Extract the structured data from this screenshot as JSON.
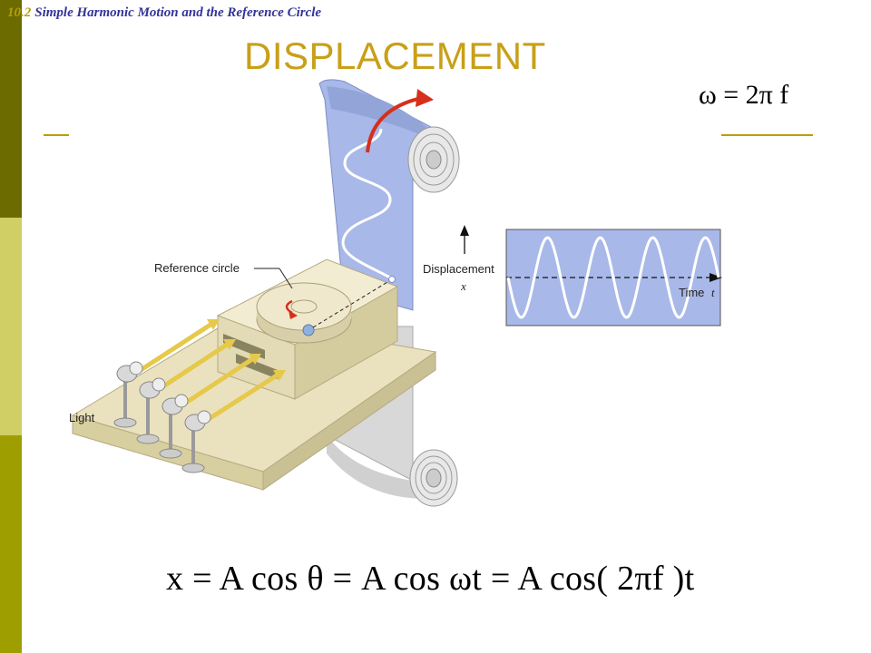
{
  "slide": {
    "section_number": "10.2",
    "section_title": "Simple Harmonic Motion and the Reference Circle",
    "title": "DISPLACEMENT"
  },
  "formulas": {
    "angular_frequency": "ω = 2π f",
    "displacement": "x = A cos θ = A cos ωt = A cos( 2πf )t"
  },
  "figure": {
    "label_reference_circle": "Reference circle",
    "label_displacement": "Displacement",
    "label_x": "x",
    "label_time": "Time",
    "label_t": "t",
    "label_light": "Light"
  },
  "colors": {
    "sidebar_dark": "#6b6b00",
    "sidebar_light": "#cfcf66",
    "sidebar_mid": "#9e9e00",
    "heading_number": "#b8a000",
    "heading_text": "#333399",
    "title": "#c8a018",
    "rule": "#b8a000",
    "graph_fill": "#a8b8e8",
    "tape": "#a8b8e8",
    "table": "#eae2bf",
    "arrow": "#d62f1c",
    "light_beam": "#e6c94a"
  }
}
